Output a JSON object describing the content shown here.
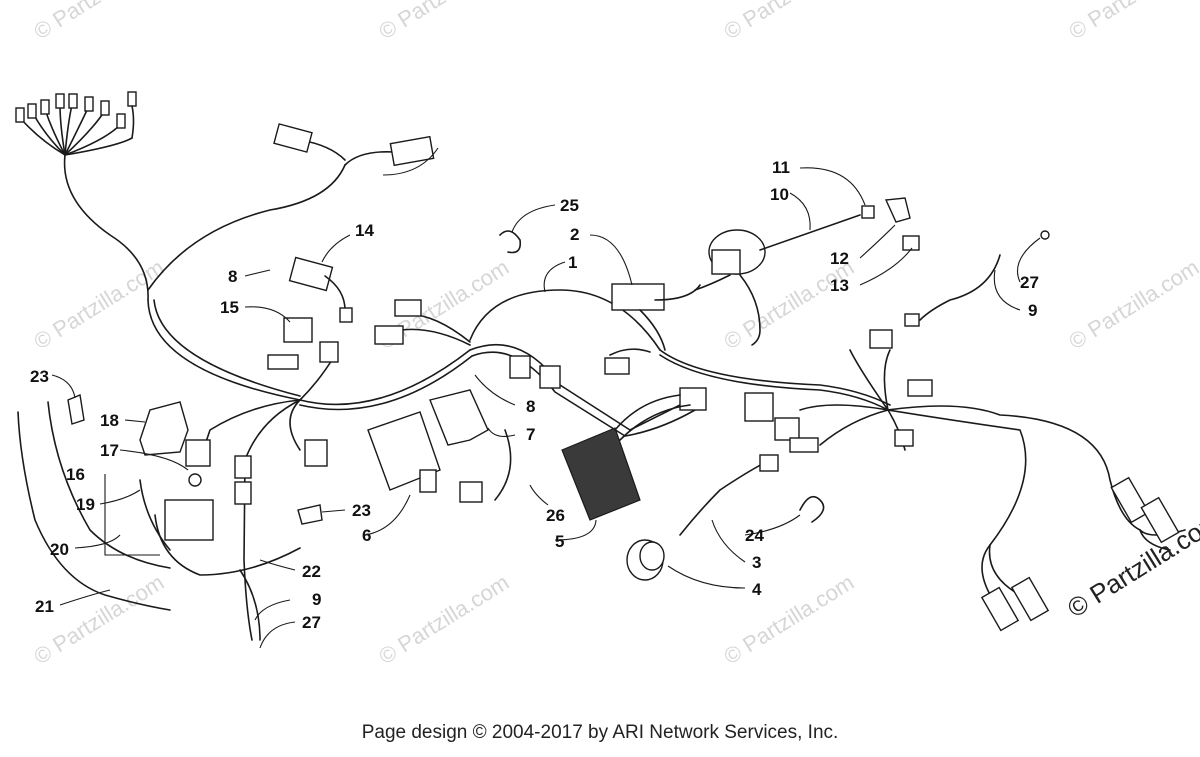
{
  "diagram": {
    "footer_text": "Page design © 2004-2017 by ARI Network Services, Inc.",
    "watermark_text": "© Partzilla.com",
    "corner_mark_text": "© Partzilla.com",
    "callouts": [
      {
        "id": "c1",
        "label": "1"
      },
      {
        "id": "c2",
        "label": "2"
      },
      {
        "id": "c3",
        "label": "3"
      },
      {
        "id": "c4",
        "label": "4"
      },
      {
        "id": "c5",
        "label": "5"
      },
      {
        "id": "c6",
        "label": "6"
      },
      {
        "id": "c7",
        "label": "7"
      },
      {
        "id": "c8a",
        "label": "8"
      },
      {
        "id": "c8b",
        "label": "8"
      },
      {
        "id": "c9a",
        "label": "9"
      },
      {
        "id": "c9b",
        "label": "9"
      },
      {
        "id": "c10",
        "label": "10"
      },
      {
        "id": "c11",
        "label": "11"
      },
      {
        "id": "c12",
        "label": "12"
      },
      {
        "id": "c13",
        "label": "13"
      },
      {
        "id": "c14",
        "label": "14"
      },
      {
        "id": "c15",
        "label": "15"
      },
      {
        "id": "c16",
        "label": "16"
      },
      {
        "id": "c17",
        "label": "17"
      },
      {
        "id": "c18",
        "label": "18"
      },
      {
        "id": "c19",
        "label": "19"
      },
      {
        "id": "c20",
        "label": "20"
      },
      {
        "id": "c21",
        "label": "21"
      },
      {
        "id": "c22",
        "label": "22"
      },
      {
        "id": "c23a",
        "label": "23"
      },
      {
        "id": "c23b",
        "label": "23"
      },
      {
        "id": "c24",
        "label": "24"
      },
      {
        "id": "c25",
        "label": "25"
      },
      {
        "id": "c26",
        "label": "26"
      },
      {
        "id": "c27a",
        "label": "27"
      },
      {
        "id": "c27b",
        "label": "27"
      }
    ]
  }
}
